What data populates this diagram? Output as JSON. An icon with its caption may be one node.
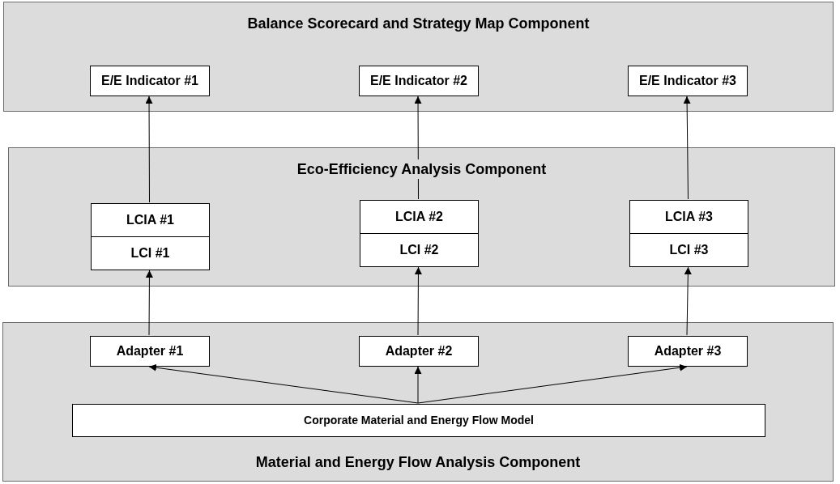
{
  "diagram": {
    "nodes": [
      {
        "text": [
          "Balance Scorecard and Strategy Map Component"
        ]
      },
      {
        "text": [
          "E/E Indicator #1"
        ],
        "in": 0
      },
      {
        "text": [
          "E/E Indicator #2"
        ],
        "in": 0
      },
      {
        "text": [
          "E/E Indicator #3"
        ],
        "in": 0
      },
      {
        "text": [
          "Eco-Efficiency Analysis Component"
        ]
      },
      {
        "text": [
          "LCIA #1"
        ],
        "in": 4
      },
      {
        "text": [
          "LCI #1"
        ],
        "in": 4
      },
      {
        "text": [
          "LCIA #2"
        ],
        "in": 4
      },
      {
        "text": [
          "LCI #2"
        ],
        "in": 4
      },
      {
        "text": [
          "LCIA #3"
        ],
        "in": 4
      },
      {
        "text": [
          "LCI #3"
        ],
        "in": 4
      },
      {
        "text": [
          "Material and Energy Flow Analysis Component"
        ]
      },
      {
        "text": [
          "Adapter #1"
        ],
        "in": 11
      },
      {
        "text": [
          "Adapter #2"
        ],
        "in": 11
      },
      {
        "text": [
          "Adapter #3"
        ],
        "in": 11
      },
      {
        "text": [
          "Corporate Material and Energy Flow Model"
        ],
        "in": 11
      }
    ],
    "edges": [
      {
        "from": 5,
        "to": 1,
        "arrow": "to"
      },
      {
        "from": 7,
        "to": 2,
        "arrow": "to"
      },
      {
        "from": 9,
        "to": 3,
        "arrow": "to"
      },
      {
        "from": 12,
        "to": 6,
        "arrow": "to"
      },
      {
        "from": 13,
        "to": 8,
        "arrow": "to"
      },
      {
        "from": 14,
        "to": 10,
        "arrow": "to"
      },
      {
        "from": 15,
        "to": 12,
        "arrow": "to"
      },
      {
        "from": 15,
        "to": 13,
        "arrow": "to"
      },
      {
        "from": 15,
        "to": 14,
        "arrow": "to"
      }
    ]
  }
}
